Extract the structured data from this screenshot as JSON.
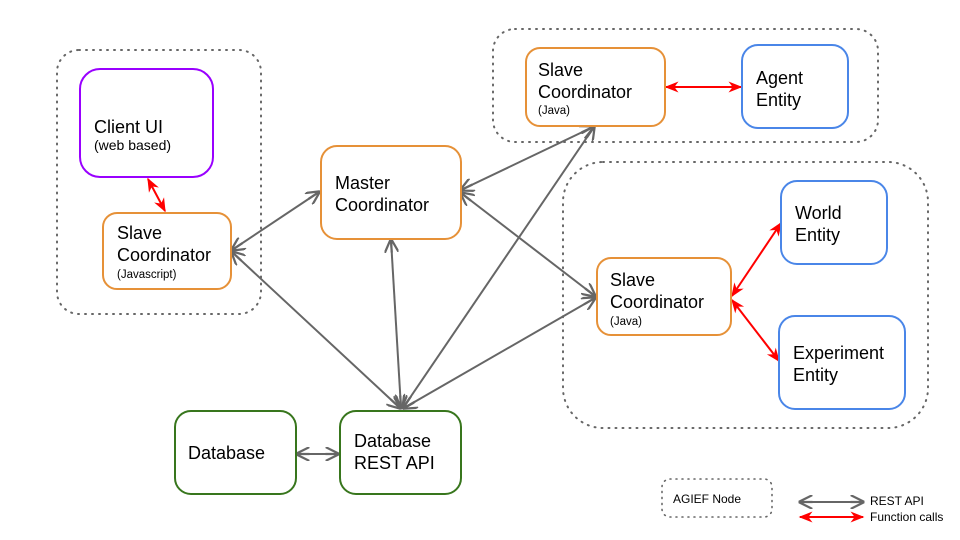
{
  "colors": {
    "client": "#9900ff",
    "coordinator": "#e69138",
    "entity": "#4a86e8",
    "database": "#38761d",
    "rest_arrow": "#666666",
    "function_arrow": "#ff0000",
    "node_border": "#666666"
  },
  "nodes": {
    "client_ui": {
      "title": "Client UI",
      "subtitle": "(web based)"
    },
    "slave_js": {
      "title1": "Slave",
      "title2": "Coordinator",
      "subtitle": "(Javascript)"
    },
    "master": {
      "title1": "Master",
      "title2": "Coordinator"
    },
    "slave_java_top": {
      "title1": "Slave",
      "title2": "Coordinator",
      "subtitle": "(Java)"
    },
    "agent_entity": {
      "title1": "Agent",
      "title2": "Entity"
    },
    "slave_java_right": {
      "title1": "Slave",
      "title2": "Coordinator",
      "subtitle": "(Java)"
    },
    "world_entity": {
      "title1": "World",
      "title2": "Entity"
    },
    "experiment_entity": {
      "title1": "Experiment",
      "title2": "Entity"
    },
    "database": {
      "title": "Database"
    },
    "database_rest_api": {
      "title1": "Database",
      "title2": "REST API"
    }
  },
  "groups": [
    "AGIEF Node (client)",
    "AGIEF Node (agent)",
    "AGIEF Node (world/experiment)"
  ],
  "legend": {
    "node_label": "AGIEF Node",
    "rest_api": "REST API",
    "function_calls": "Function calls"
  }
}
